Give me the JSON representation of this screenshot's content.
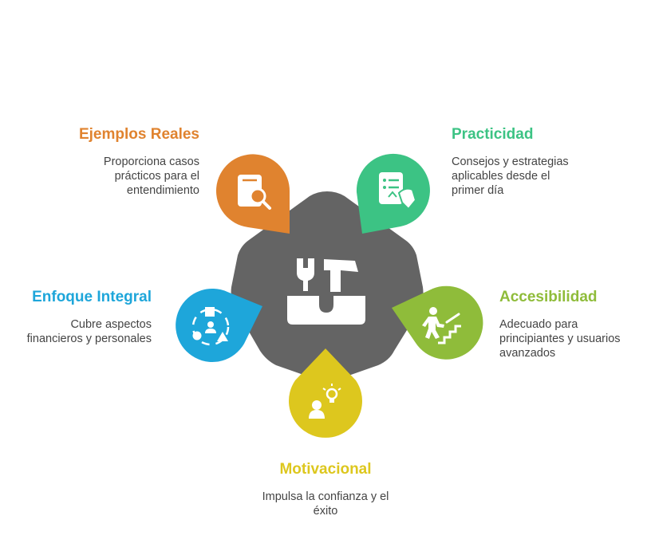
{
  "colors": {
    "center": "#646464",
    "ejemplos": "#E0832F",
    "practicidad": "#3CC384",
    "accesibilidad": "#8FBC3A",
    "motivacional": "#DDC71E",
    "enfoque": "#1EA6DA"
  },
  "center": {
    "icon": "toolbox-icon"
  },
  "items": {
    "ejemplos": {
      "title": "Ejemplos Reales",
      "desc": [
        "Proporciona casos",
        "prácticos para el",
        "entendimiento"
      ],
      "icon": "document-search-icon"
    },
    "practicidad": {
      "title": "Practicidad",
      "desc": [
        "Consejos y estrategias",
        "aplicables desde el",
        "primer día"
      ],
      "icon": "checklist-hand-icon"
    },
    "accesibilidad": {
      "title": "Accesibilidad",
      "desc": [
        "Adecuado para",
        "principiantes y usuarios",
        "avanzados"
      ],
      "icon": "person-stairs-icon"
    },
    "motivacional": {
      "title": "Motivacional",
      "desc": [
        "Impulsa la confianza y el",
        "éxito"
      ],
      "icon": "person-lightbulb-icon"
    },
    "enfoque": {
      "title": "Enfoque Integral",
      "desc": [
        "Cubre aspectos",
        "financieros y personales"
      ],
      "icon": "person-shapes-icon"
    }
  }
}
